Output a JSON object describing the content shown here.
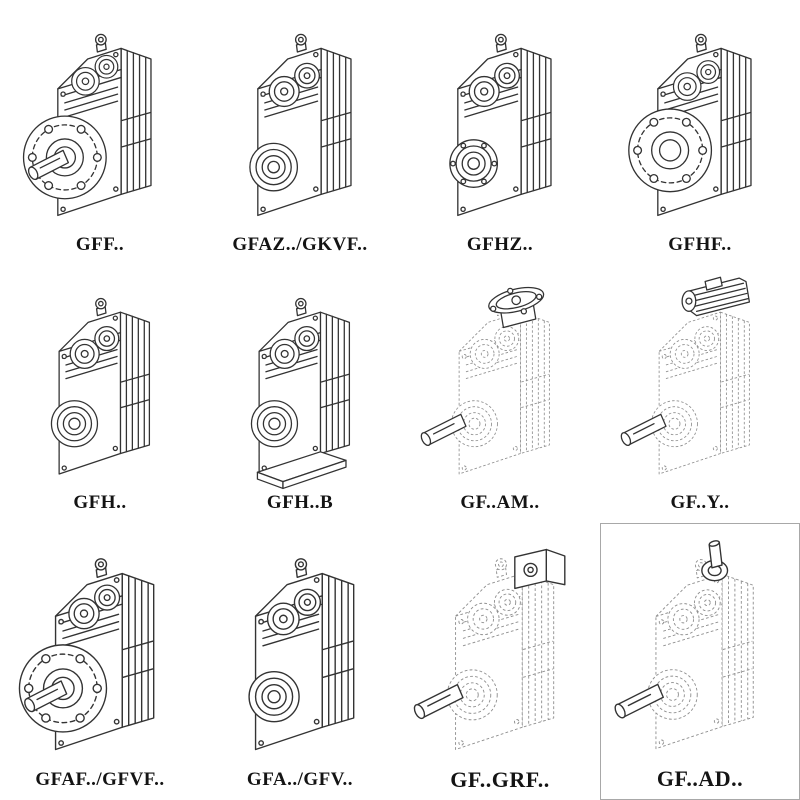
{
  "page": {
    "title": "Parallel shaft helical gear unit variants",
    "background": "#ffffff",
    "ink_color": "#333333",
    "ghost_color": "#8f8f8f"
  },
  "cells": [
    {
      "label": "GFF..",
      "drawing": "gearbox-output-flange-solid-shaft",
      "line_style": "solid"
    },
    {
      "label": "GFAZ../GKVF..",
      "drawing": "gearbox-hollow-shaft",
      "line_style": "solid"
    },
    {
      "label": "GFHZ..",
      "drawing": "gearbox-hollow-shaft-shrink-disc",
      "line_style": "solid"
    },
    {
      "label": "GFHF..",
      "drawing": "gearbox-flange-hollow-shaft",
      "line_style": "solid"
    },
    {
      "label": "GFH..",
      "drawing": "gearbox-hollow-shaft",
      "line_style": "solid"
    },
    {
      "label": "GFH..B",
      "drawing": "gearbox-foot-mounted",
      "line_style": "solid"
    },
    {
      "label": "GF..AM..",
      "drawing": "gearbox-motor-adapter-flange",
      "line_style": "dashed"
    },
    {
      "label": "GF..Y..",
      "drawing": "gearbox-with-mounted-motor",
      "line_style": "dashed"
    },
    {
      "label": "GFAF../GFVF..",
      "drawing": "gearbox-output-flange-solid-shaft",
      "line_style": "solid"
    },
    {
      "label": "GFA../GFV..",
      "drawing": "gearbox-hollow-shaft",
      "line_style": "solid"
    },
    {
      "label": "GF..GRF..",
      "drawing": "gearbox-input-adapter-box",
      "line_style": "dashed"
    },
    {
      "label": "GF..AD..",
      "drawing": "gearbox-top-input-shaft",
      "line_style": "dashed"
    }
  ]
}
